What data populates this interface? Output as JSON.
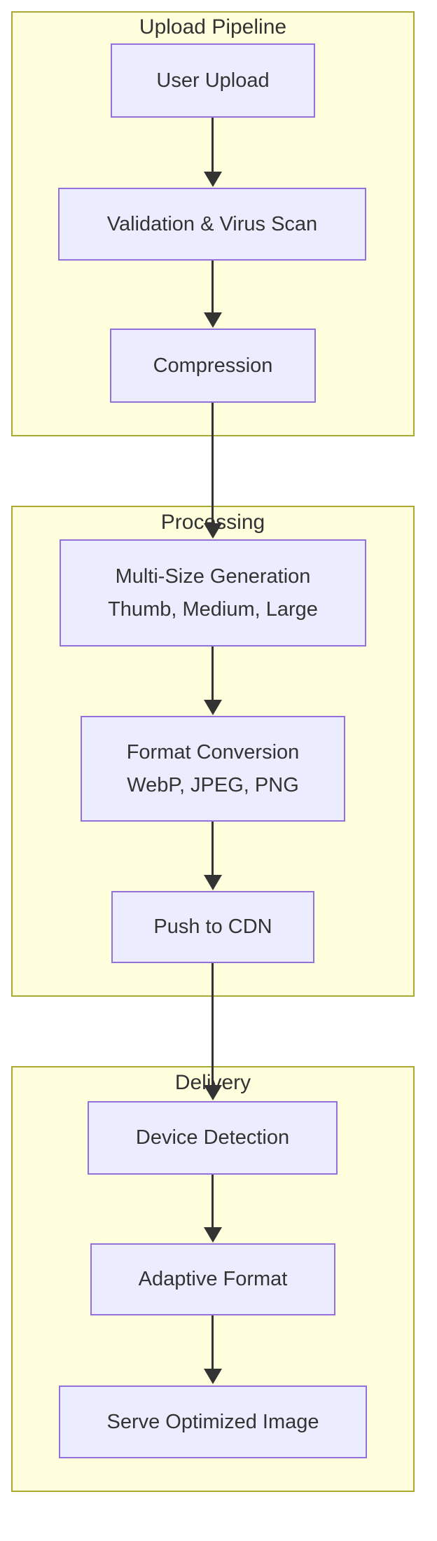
{
  "diagram": {
    "type": "flowchart",
    "direction": "top-down",
    "colors": {
      "background": "#FFFFFF",
      "group_fill": "#FFFFDE",
      "group_border": "#AAAA33",
      "node_fill": "#ECECFF",
      "node_border": "#9370DB",
      "text": "#333333",
      "edge": "#333333"
    },
    "groups": [
      {
        "label": "Upload Pipeline",
        "nodes": [
          {
            "id": "user-upload",
            "lines": [
              "User Upload"
            ]
          },
          {
            "id": "validation-virus-scan",
            "lines": [
              "Validation & Virus Scan"
            ]
          },
          {
            "id": "compression",
            "lines": [
              "Compression"
            ]
          }
        ]
      },
      {
        "label": "Processing",
        "nodes": [
          {
            "id": "multi-size-generation",
            "lines": [
              "Multi-Size Generation",
              "Thumb, Medium, Large"
            ]
          },
          {
            "id": "format-conversion",
            "lines": [
              "Format Conversion",
              "WebP, JPEG, PNG"
            ]
          },
          {
            "id": "push-to-cdn",
            "lines": [
              "Push to CDN"
            ]
          }
        ]
      },
      {
        "label": "Delivery",
        "nodes": [
          {
            "id": "device-detection",
            "lines": [
              "Device Detection"
            ]
          },
          {
            "id": "adaptive-format",
            "lines": [
              "Adaptive Format"
            ]
          },
          {
            "id": "serve-optimized-image",
            "lines": [
              "Serve Optimized Image"
            ]
          }
        ]
      }
    ],
    "edges": [
      {
        "from": "user-upload",
        "to": "validation-virus-scan"
      },
      {
        "from": "validation-virus-scan",
        "to": "compression"
      },
      {
        "from": "compression",
        "to": "multi-size-generation"
      },
      {
        "from": "multi-size-generation",
        "to": "format-conversion"
      },
      {
        "from": "format-conversion",
        "to": "push-to-cdn"
      },
      {
        "from": "push-to-cdn",
        "to": "device-detection"
      },
      {
        "from": "device-detection",
        "to": "adaptive-format"
      },
      {
        "from": "adaptive-format",
        "to": "serve-optimized-image"
      }
    ]
  }
}
